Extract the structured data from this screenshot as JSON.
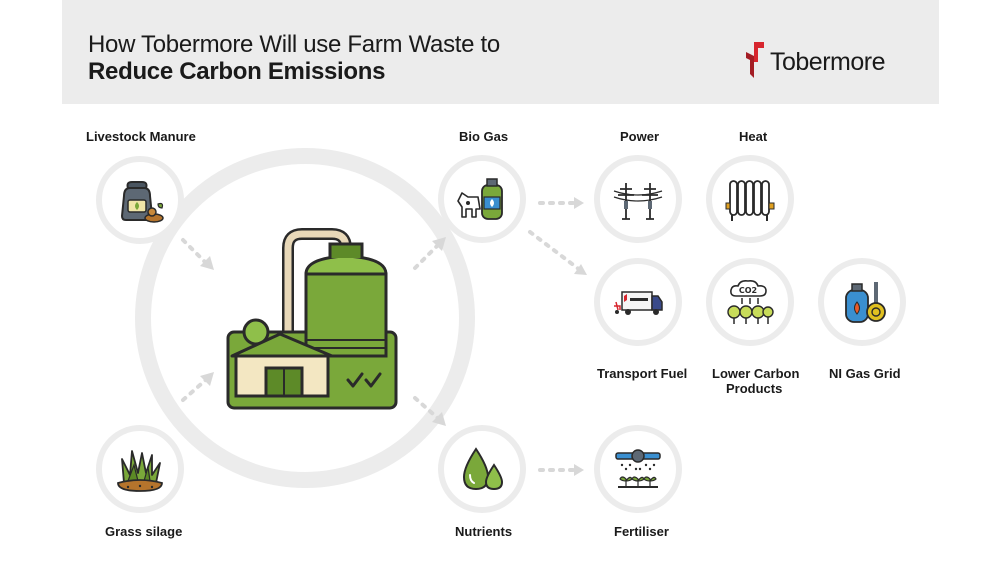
{
  "header": {
    "title_line1": "How Tobermore Will use Farm Waste to",
    "title_line2": "Reduce Carbon Emissions",
    "logo_text": "Tobermore"
  },
  "colors": {
    "green": "#7aa83a",
    "dark_green": "#4f7a1f",
    "outline": "#2a2a2a",
    "ring": "#ececec",
    "brand_red": "#d7262e"
  },
  "nodes": {
    "livestock_manure": {
      "label": "Livestock Manure",
      "icon": "manure-bag-icon"
    },
    "grass_silage": {
      "label": "Grass silage",
      "icon": "grass-icon"
    },
    "bio_gas": {
      "label": "Bio Gas",
      "icon": "cow-gas-cylinder-icon"
    },
    "nutrients": {
      "label": "Nutrients",
      "icon": "water-drops-icon"
    },
    "power": {
      "label": "Power",
      "icon": "power-pylon-icon"
    },
    "heat": {
      "label": "Heat",
      "icon": "radiator-icon"
    },
    "transport_fuel": {
      "label": "Transport Fuel",
      "icon": "delivery-truck-icon"
    },
    "lower_carbon": {
      "label_line1": "Lower Carbon",
      "label_line2": "Products",
      "icon": "co2-trees-icon"
    },
    "ni_gas_grid": {
      "label": "NI Gas Grid",
      "icon": "gas-meter-icon"
    },
    "fertiliser": {
      "label": "Fertiliser",
      "icon": "sprinkler-icon"
    }
  },
  "center": {
    "icon": "anaerobic-digester-plant-icon"
  }
}
